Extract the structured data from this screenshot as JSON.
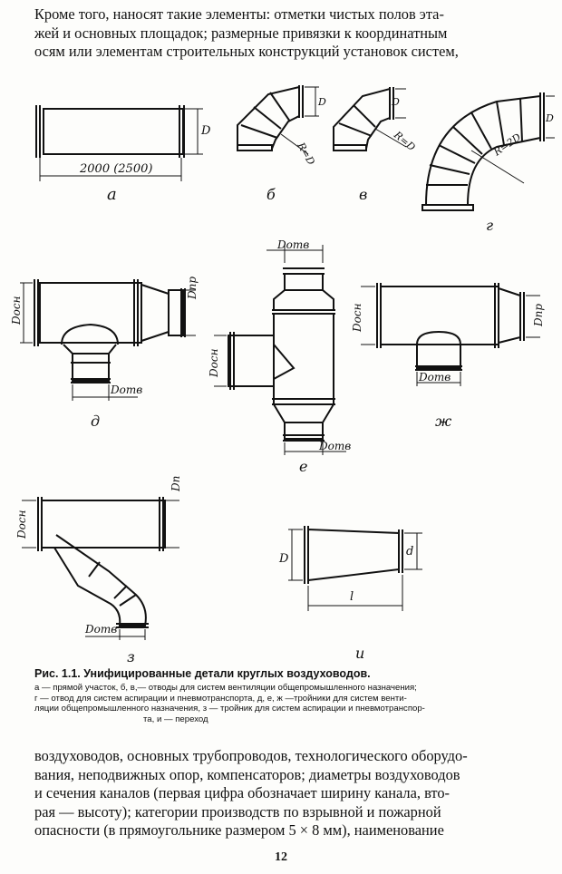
{
  "paragraph_top": {
    "lines": [
      "Кроме того, наносят такие элементы: отметки чистых полов эта-",
      "жей и основных площадок; размерные привязки к координатным",
      "осям или элементам строительных конструкций установок систем,"
    ]
  },
  "figure": {
    "dims": {
      "a_length": "2000 (2500)",
      "D": "D",
      "R_b": "R=D",
      "R_v": "R=D",
      "R_g": "R=2D",
      "D_osn": "Dосн",
      "D_pr": "Dпр",
      "D_otv": "Dотв",
      "D_p": "Dп",
      "d": "d",
      "l": "l"
    },
    "labels": {
      "a": "а",
      "b": "б",
      "v": "в",
      "g": "г",
      "d": "д",
      "e": "е",
      "zh": "ж",
      "z": "з",
      "i": "и"
    }
  },
  "caption": {
    "title": "Рис. 1.1. Унифицированные детали круглых воздуховодов.",
    "lines": [
      "а — прямой участок, б, в,— отводы для систем вентиляции общепромышленного назначения;",
      "г — отвод для систем аспирации и пневмотранспорта, д, е, ж —тройники для систем венти-",
      "ляции общепромышленного назначения, з — тройник для систем аспирации и пневмотранспор-",
      "та, и — переход"
    ]
  },
  "paragraph_bottom": {
    "lines": [
      "воздуховодов, основных трубопроводов, технологического оборудо-",
      "вания, неподвижных опор, компенсаторов; диаметры воздуховодов",
      "и сечения каналов (первая цифра обозначает ширину канала, вто-",
      "рая  — высоту); категории производств по взрывной и пожарной",
      "опасности (в прямоугольнике размером 5 × 8 мм), наименование"
    ]
  },
  "page_number": "12"
}
